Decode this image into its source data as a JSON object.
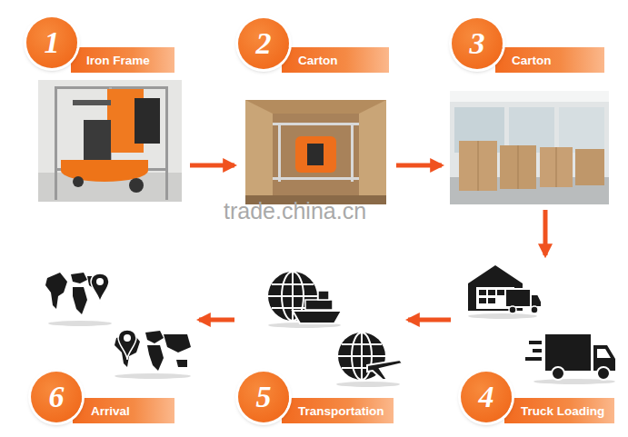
{
  "diagram": {
    "nodes": [
      {
        "text": [
          "1",
          "Iron Frame"
        ]
      },
      {
        "text": [
          "2",
          "Carton"
        ]
      },
      {
        "text": [
          "3",
          "Carton"
        ]
      },
      {
        "text": [
          "4",
          "Truck Loading"
        ]
      },
      {
        "text": [
          "5",
          "Transportation"
        ]
      },
      {
        "text": [
          "6",
          "Arrival"
        ]
      }
    ],
    "edges": [
      {
        "from": 0,
        "to": 1,
        "arrow": "to"
      },
      {
        "from": 1,
        "to": 2,
        "arrow": "to"
      },
      {
        "from": 2,
        "to": 3,
        "arrow": "to"
      },
      {
        "from": 3,
        "to": 4,
        "arrow": "to"
      },
      {
        "from": 4,
        "to": 5,
        "arrow": "to"
      }
    ],
    "labels": [
      "trade.china.cn"
    ]
  }
}
